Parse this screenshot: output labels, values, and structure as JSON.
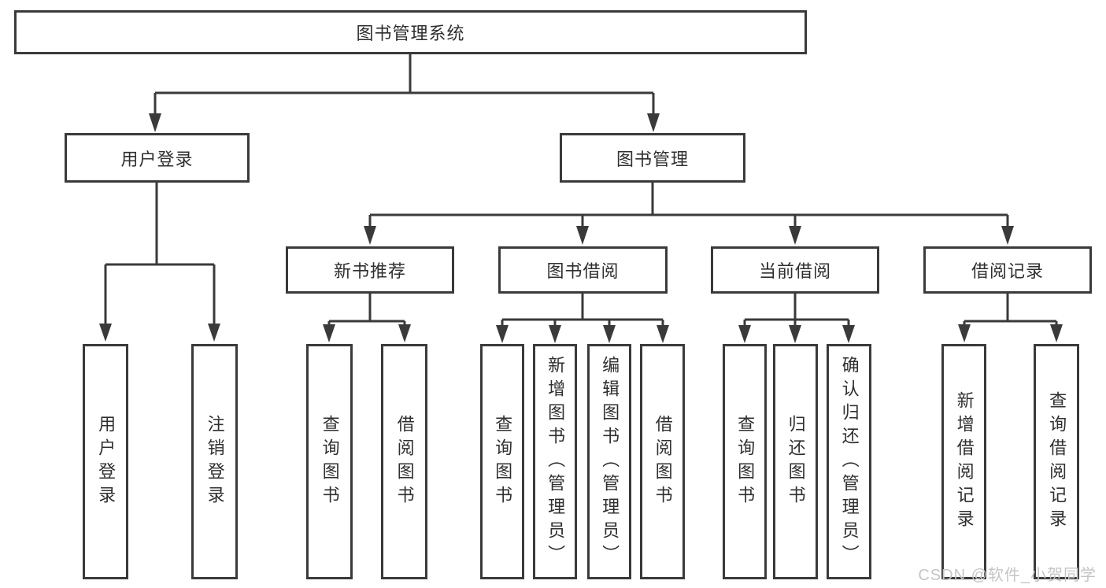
{
  "tree": {
    "label": "图书管理系统",
    "children": [
      {
        "label": "用户登录",
        "children": [
          {
            "label": "用户登录"
          },
          {
            "label": "注销登录"
          }
        ]
      },
      {
        "label": "图书管理",
        "children": [
          {
            "label": "新书推荐",
            "children": [
              {
                "label": "查询图书"
              },
              {
                "label": "借阅图书"
              }
            ]
          },
          {
            "label": "图书借阅",
            "children": [
              {
                "label": "查询图书"
              },
              {
                "label": "新增图书（管理员）"
              },
              {
                "label": "编辑图书（管理员）"
              },
              {
                "label": "借阅图书"
              }
            ]
          },
          {
            "label": "当前借阅",
            "children": [
              {
                "label": "查询图书"
              },
              {
                "label": "归还图书"
              },
              {
                "label": "确认归还（管理员）"
              }
            ]
          },
          {
            "label": "借阅记录",
            "children": [
              {
                "label": "新增借阅记录"
              },
              {
                "label": "查询借阅记录"
              }
            ]
          }
        ]
      }
    ]
  },
  "watermark": "CSDN @软件_小贺同学",
  "colors": {
    "line": "#3a3a3a",
    "box_border": "#3a3a3a",
    "box_fill": "#ffffff",
    "text": "#2f2f2f",
    "watermark": "#c5c5c5",
    "background": "#ffffff"
  }
}
